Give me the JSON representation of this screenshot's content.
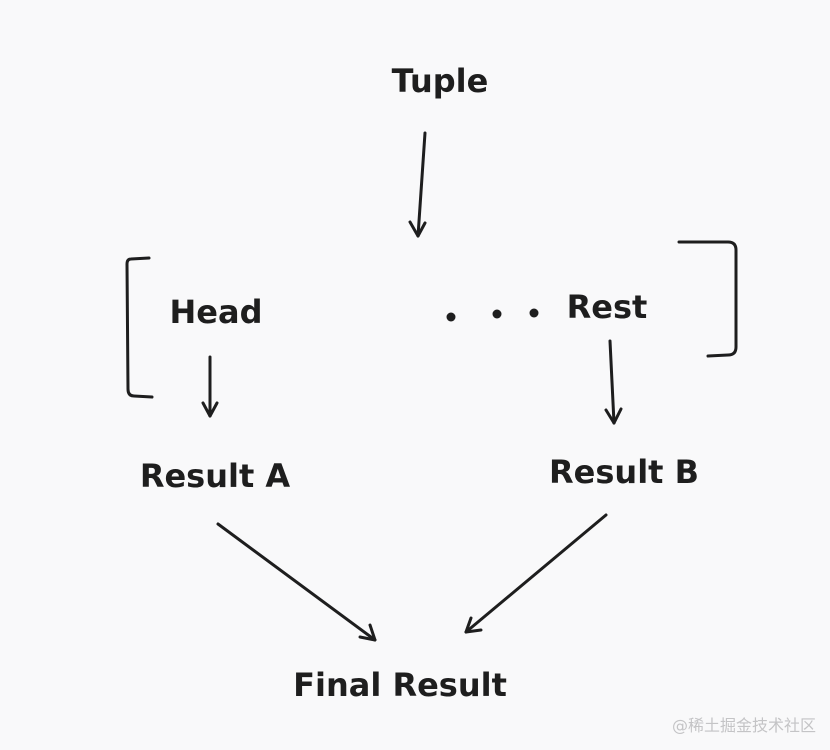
{
  "diagram": {
    "nodes": {
      "tuple": "Tuple",
      "head": "Head",
      "spread": ". . .",
      "rest": "Rest",
      "result_a": "Result A",
      "result_b": "Result B",
      "final_result": "Final Result"
    }
  },
  "watermark": {
    "text": "@稀土掘金技术社区"
  },
  "colors": {
    "background": "#f9f9fa",
    "ink": "#1e1e1e",
    "watermark": "#c4c4c6"
  }
}
